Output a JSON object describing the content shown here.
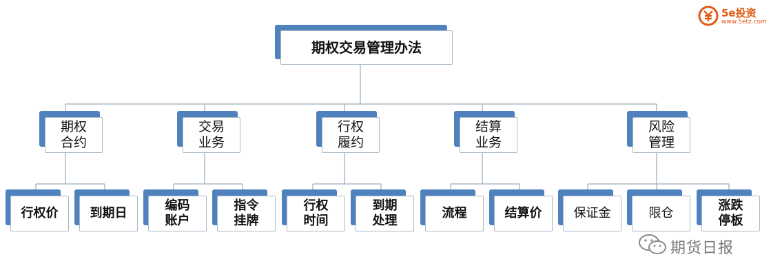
{
  "title": "期权交易管理办法",
  "categories": [
    {
      "label": "期权\n合约",
      "children": [
        "行权价",
        "到期日"
      ]
    },
    {
      "label": "交易\n业务",
      "children": [
        "编码\n账户",
        "指令\n挂牌"
      ]
    },
    {
      "label": "行权\n履约",
      "children": [
        "行权\n时间",
        "到期\n处理"
      ]
    },
    {
      "label": "结算\n业务",
      "children": [
        "流程",
        "结算价"
      ]
    },
    {
      "label": "风险\n管理",
      "children": [
        "保证金",
        "限仓",
        "涨跌\n停板"
      ]
    }
  ],
  "logo": {
    "brand": "5e投资",
    "url": "www.5etz.com",
    "icon": "yuan-coin-icon"
  },
  "watermark": {
    "text": "期货日报",
    "icon": "wechat-icon"
  },
  "colors": {
    "accent": "#4f81bd",
    "line": "#9aaabb",
    "logo": "#e05a13"
  }
}
